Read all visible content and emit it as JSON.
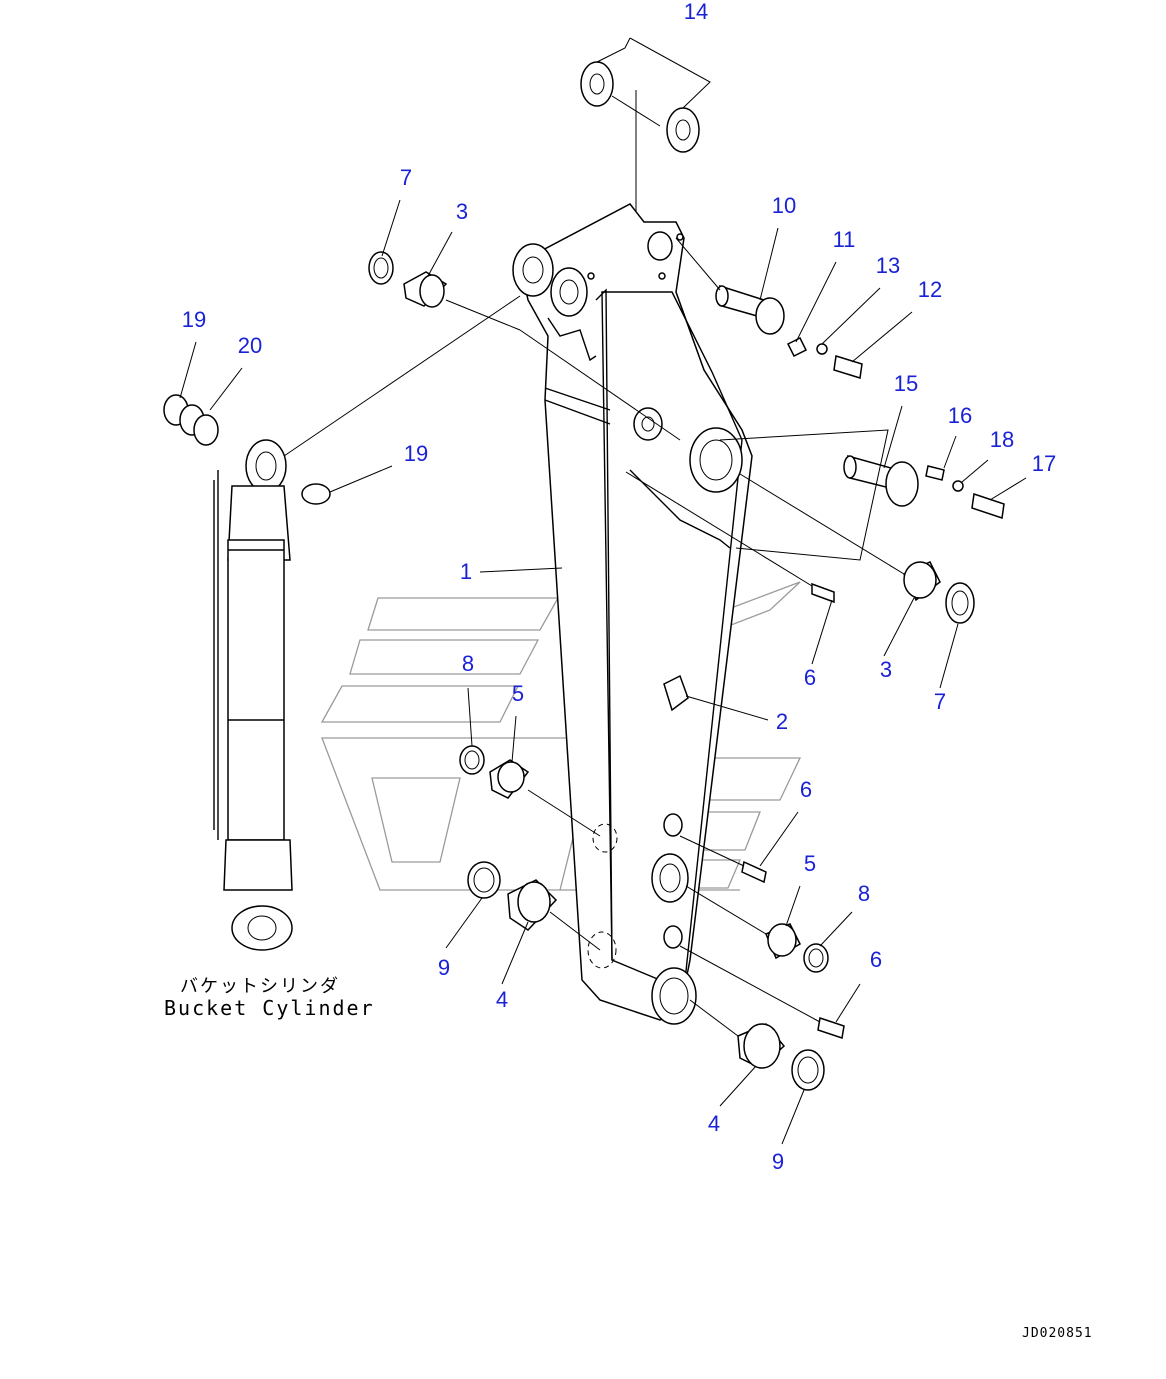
{
  "callouts": [
    {
      "id": "14",
      "label": "14"
    },
    {
      "id": "7a",
      "label": "7"
    },
    {
      "id": "3a",
      "label": "3"
    },
    {
      "id": "10",
      "label": "10"
    },
    {
      "id": "11",
      "label": "11"
    },
    {
      "id": "13",
      "label": "13"
    },
    {
      "id": "12",
      "label": "12"
    },
    {
      "id": "19a",
      "label": "19"
    },
    {
      "id": "20",
      "label": "20"
    },
    {
      "id": "15",
      "label": "15"
    },
    {
      "id": "16",
      "label": "16"
    },
    {
      "id": "18",
      "label": "18"
    },
    {
      "id": "17",
      "label": "17"
    },
    {
      "id": "19b",
      "label": "19"
    },
    {
      "id": "1",
      "label": "1"
    },
    {
      "id": "6a",
      "label": "6"
    },
    {
      "id": "3b",
      "label": "3"
    },
    {
      "id": "7b",
      "label": "7"
    },
    {
      "id": "8a",
      "label": "8"
    },
    {
      "id": "5a",
      "label": "5"
    },
    {
      "id": "2",
      "label": "2"
    },
    {
      "id": "6b",
      "label": "6"
    },
    {
      "id": "5b",
      "label": "5"
    },
    {
      "id": "8b",
      "label": "8"
    },
    {
      "id": "9a",
      "label": "9"
    },
    {
      "id": "4a",
      "label": "4"
    },
    {
      "id": "6c",
      "label": "6"
    },
    {
      "id": "4b",
      "label": "4"
    },
    {
      "id": "9b",
      "label": "9"
    }
  ],
  "caption": {
    "japanese": "バケットシリンダ",
    "english": "Bucket Cylinder"
  },
  "drawing_code": "JD020851",
  "colors": {
    "callout": "#1a22d6",
    "line": "#000000",
    "watermark": "#9a9a9a",
    "background": "#ffffff"
  }
}
